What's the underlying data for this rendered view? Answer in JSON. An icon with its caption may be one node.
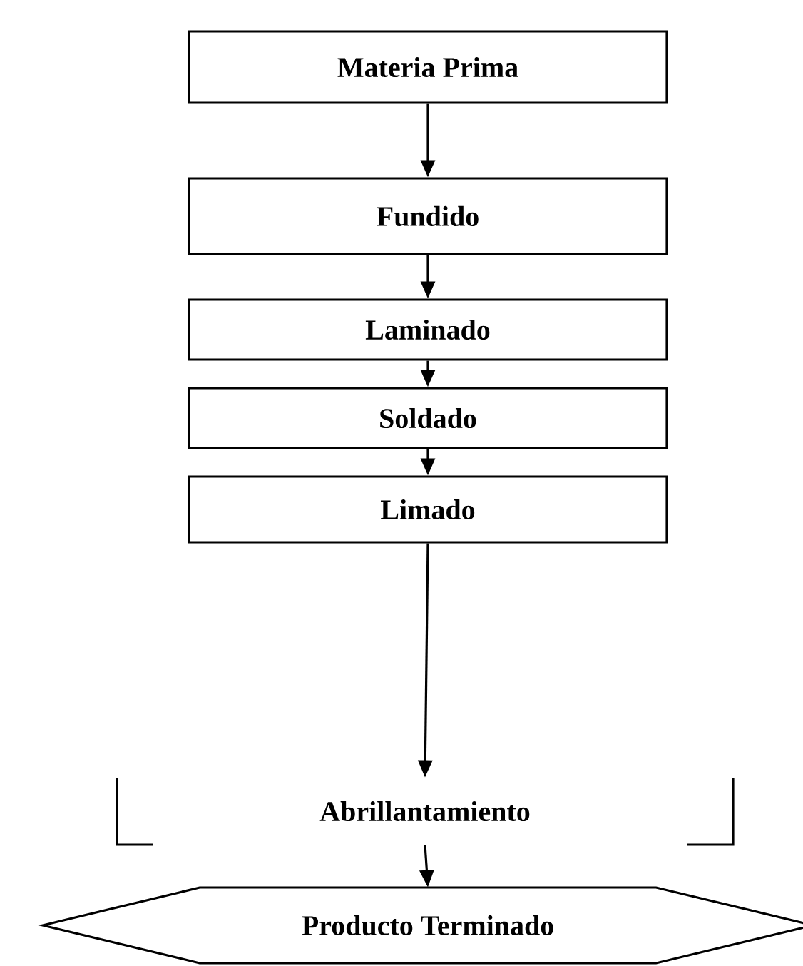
{
  "diagram": {
    "nodes": [
      {
        "text": [
          "Materia Prima"
        ]
      },
      {
        "text": [
          "Fundido"
        ]
      },
      {
        "text": [
          "Laminado"
        ]
      },
      {
        "text": [
          "Soldado"
        ]
      },
      {
        "text": [
          "Limado"
        ]
      },
      {
        "text": [
          "Abrillantamiento"
        ]
      },
      {
        "text": [
          "Producto Terminado"
        ]
      }
    ],
    "edges": [
      {
        "from": 0,
        "to": 1,
        "arrow": "to"
      },
      {
        "from": 1,
        "to": 2,
        "arrow": "to"
      },
      {
        "from": 2,
        "to": 3,
        "arrow": "to"
      },
      {
        "from": 3,
        "to": 4,
        "arrow": "to"
      },
      {
        "from": 4,
        "to": 5,
        "arrow": "to"
      },
      {
        "from": 5,
        "to": 6,
        "arrow": "to"
      }
    ]
  }
}
